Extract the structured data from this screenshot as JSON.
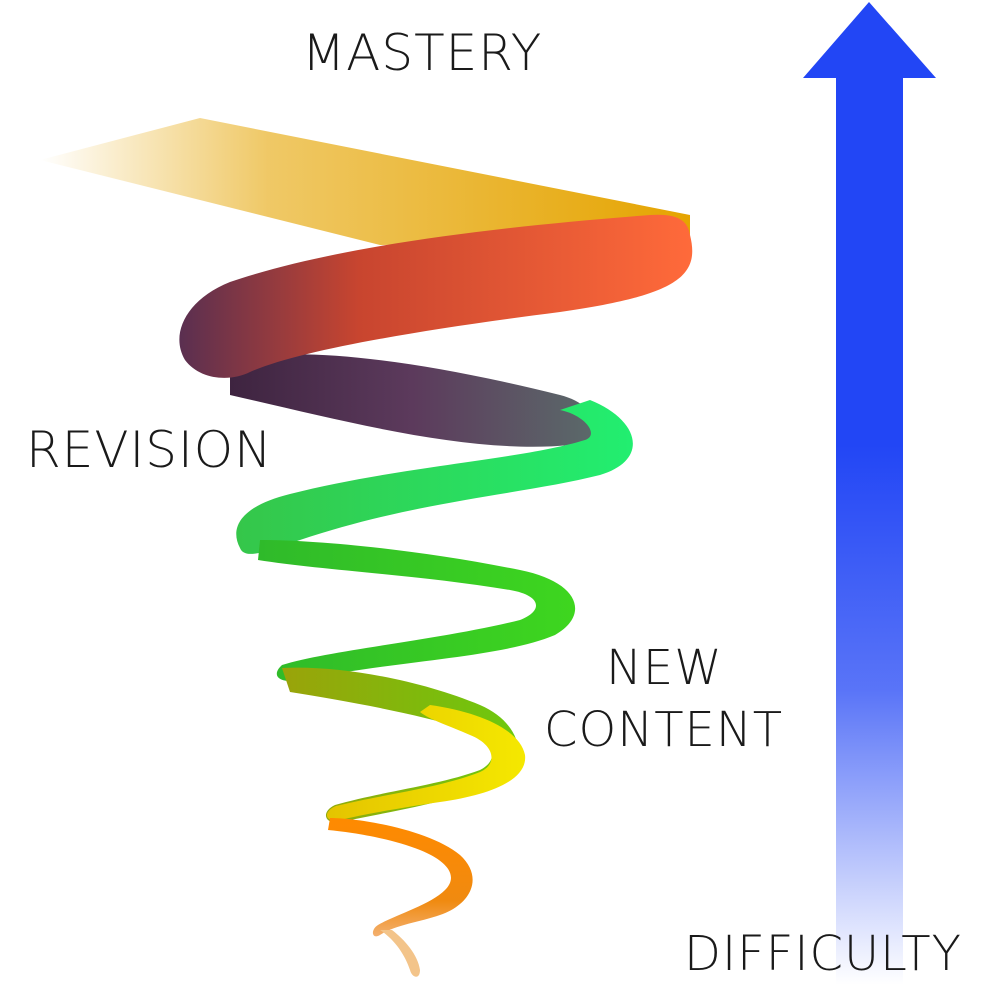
{
  "labels": {
    "mastery": "MASTERY",
    "revision": "REVISION",
    "new_content_line1": "NEW",
    "new_content_line2": "CONTENT",
    "difficulty": "DIFFICULTY"
  },
  "colors": {
    "arrow": "#2246f5",
    "spiral_top_band": "#e5a400",
    "spiral_orange_red": "#ff6a3a",
    "spiral_dark_purple": "#4a2a45",
    "spiral_green": "#22ee70",
    "spiral_mid_green": "#3acb2a",
    "spiral_yellow": "#f5e800",
    "spiral_orange": "#ff8800",
    "text": "#1a1a1a"
  }
}
